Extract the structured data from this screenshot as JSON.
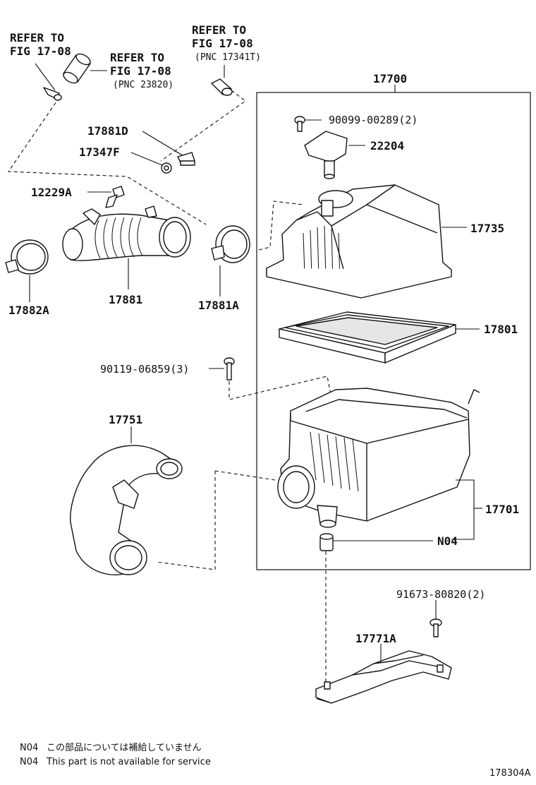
{
  "refs": {
    "ref_left_1": "REFER TO",
    "ref_left_2": "FIG 17-08",
    "ref_mid_1": "REFER TO",
    "ref_mid_2": "FIG 17-08",
    "ref_mid_3": "(PNC 23820)",
    "ref_top_1": "REFER TO",
    "ref_top_2": "FIG 17-08",
    "ref_top_3": "(PNC 17341T)"
  },
  "parts": {
    "p17700": "17700",
    "p90099": "90099-00289(2)",
    "p22204": "22204",
    "p17881D": "17881D",
    "p17347F": "17347F",
    "p12229A": "12229A",
    "p17735": "17735",
    "p17882A": "17882A",
    "p17881": "17881",
    "p17881A": "17881A",
    "p17801": "17801",
    "p90119": "90119-06859(3)",
    "p17751": "17751",
    "p17701": "17701",
    "pN04": "N04",
    "p91673": "91673-80820(2)",
    "p17771A": "17771A"
  },
  "notes": {
    "n1_code": "N04",
    "n1_text": "この部品については補給していません",
    "n2_code": "N04",
    "n2_text": "This part is not available for service"
  },
  "figure_id": "178304A"
}
